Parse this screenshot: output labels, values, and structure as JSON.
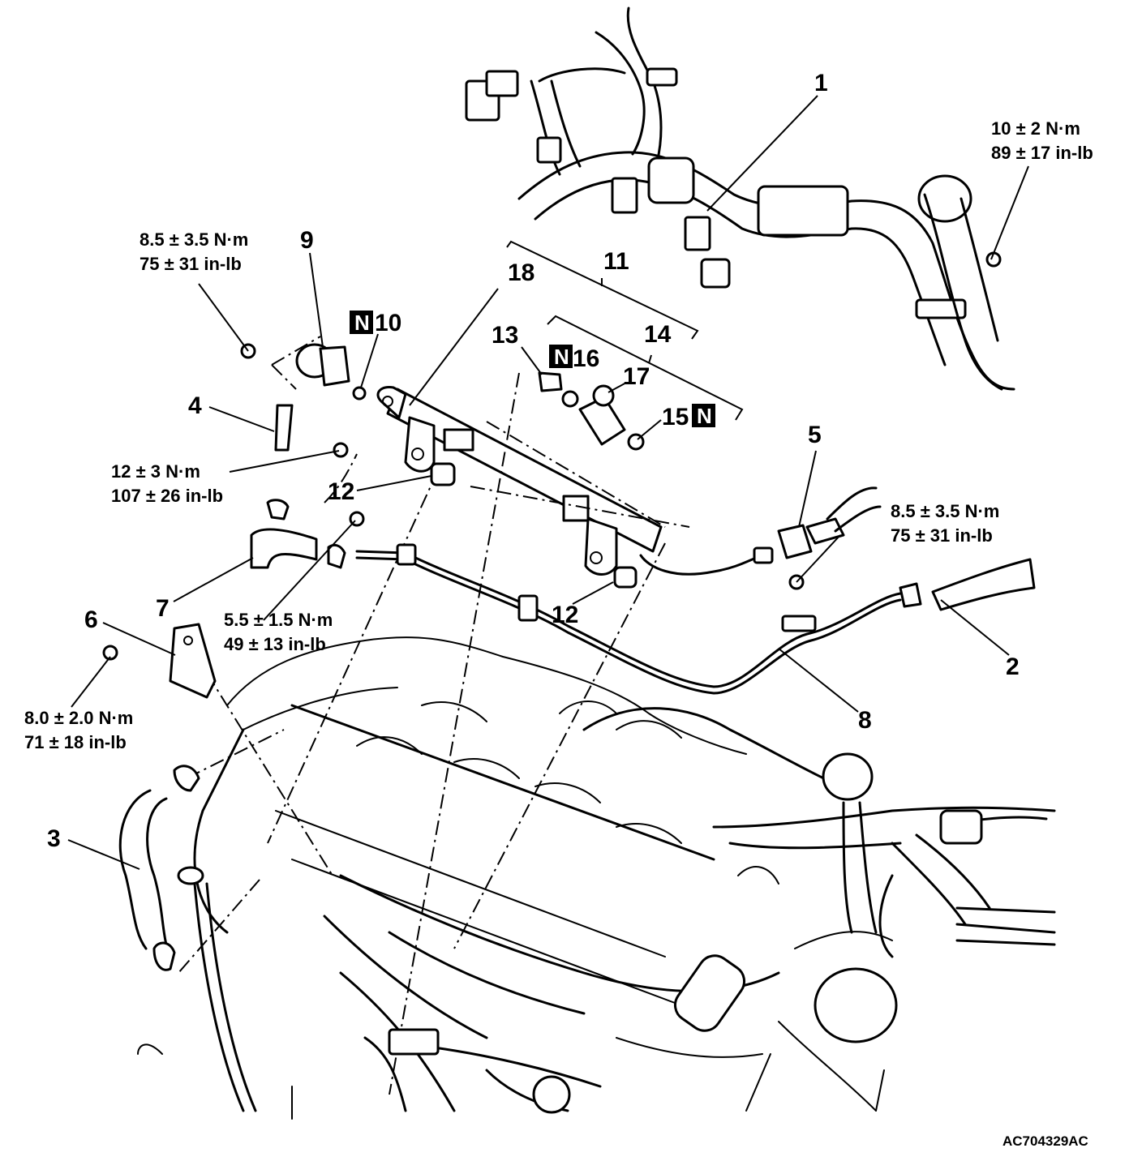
{
  "callouts": {
    "n1": "1",
    "n2": "2",
    "n3": "3",
    "n4": "4",
    "n5": "5",
    "n6": "6",
    "n7": "7",
    "n8": "8",
    "n9": "9",
    "n10": "10",
    "n11": "11",
    "n12a": "12",
    "n12b": "12",
    "n13": "13",
    "n14": "14",
    "n15": "15",
    "n16": "16",
    "n17": "17",
    "n18": "18"
  },
  "badge_letter": "N",
  "torques": {
    "t1_nm": "10 ± 2 N·m",
    "t1_inlb": "89 ± 17 in-lb",
    "t2_nm": "8.5 ± 3.5 N·m",
    "t2_inlb": "75 ± 31 in-lb",
    "t3_nm": "12 ± 3 N·m",
    "t3_inlb": "107 ± 26 in-lb",
    "t4_nm": "8.5 ± 3.5 N·m",
    "t4_inlb": "75 ± 31 in-lb",
    "t5_nm": "5.5 ± 1.5 N·m",
    "t5_inlb": "49 ± 13 in-lb",
    "t6_nm": "8.0 ± 2.0 N·m",
    "t6_inlb": "71 ± 18 in-lb"
  },
  "figure_code": "AC704329AC"
}
